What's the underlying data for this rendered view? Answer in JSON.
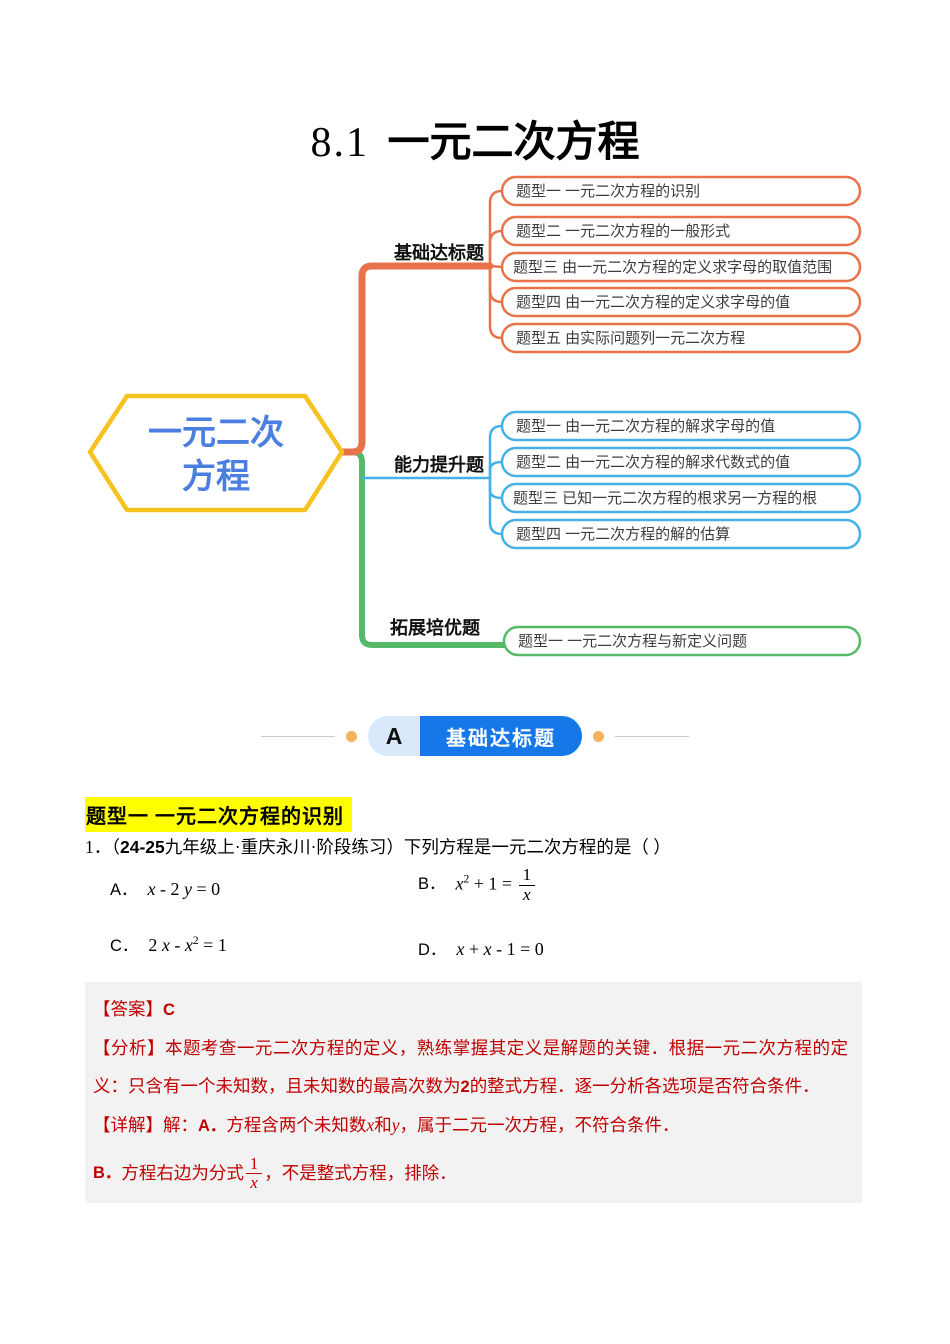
{
  "title": {
    "number": "8.1",
    "text": "一元二次方程"
  },
  "mindmap": {
    "root_line1": "一元二次",
    "root_line2": "方程",
    "branch1_label": "基础达标题",
    "branch2_label": "能力提升题",
    "branch3_label": "拓展培优题",
    "b1_items": [
      "题型一  一元二次方程的识别",
      "题型二 一元二次方程的一般形式",
      "题型三 由一元二次方程的定义求字母的取值范围",
      "题型四  由一元二次方程的定义求字母的值",
      "题型五  由实际问题列一元二次方程"
    ],
    "b2_items": [
      "题型一 由一元二次方程的解求字母的值",
      "题型二  由一元二次方程的解求代数式的值",
      "题型三 已知一元二次方程的根求另一方程的根",
      "题型四 一元二次方程的解的估算"
    ],
    "b3_items": [
      "题型一 一元二次方程与新定义问题"
    ]
  },
  "colors": {
    "branch_basic_orange": "#e8734b",
    "branch_ability_blue": "#45b1e8",
    "branch_extend_green": "#55b968",
    "root_border_yellow": "#f5c21f",
    "root_text_blue": "#4a7ee0",
    "badge_blue": "#1677e8",
    "badge_light_blue": "#d9e8fb",
    "dot_orange": "#f6b25c",
    "heading_highlight": "#ffff00",
    "answer_red": "#c00000",
    "answer_background": "#f2f2f2"
  },
  "section": {
    "letter": "A",
    "label": "基础达标题"
  },
  "topic_heading": "题型一 一元二次方程的识别",
  "question": {
    "number": "1．",
    "paren_open": "（",
    "grade": "24-25",
    "source": "九年级上·重庆永川·阶段练习）",
    "stem": "下列方程是一元二次方程的是（  ）"
  },
  "options": {
    "a_label": "A．",
    "a_f1": "x",
    "a_f2": " - 2 ",
    "a_f3": "y",
    "a_f4": " = 0",
    "b_label": "B．",
    "b_f1": "x",
    "b_sup": "2",
    "b_f2": " + 1 = ",
    "b_num": "1",
    "b_den": "x",
    "c_label": "C．",
    "c_f1": "2 ",
    "c_f2": "x",
    "c_f3": " - ",
    "c_f4": "x",
    "c_sup": "2",
    "c_f5": " = 1",
    "d_label": "D．",
    "d_f1": "x",
    "d_f2": " + ",
    "d_f3": "x",
    "d_f4": " - 1 = 0"
  },
  "answer": {
    "ans_label": "【答案】",
    "ans_value": "C",
    "analysis_label": "【分析】",
    "analysis_p1": "本题考查一元二次方程的定义，熟练掌握其定义是解题的关键．根据一元二次方程的定义：只含有一个未知数，且未知数的最高次数为",
    "analysis_num": "2",
    "analysis_p2": "的整式方程．逐一分析各选项是否符合条件．",
    "detail_label": "【详解】",
    "detail_p1": "解：",
    "detail_a": "A．",
    "detail_p2": "方程含两个未知数",
    "detail_x": "x",
    "detail_p3": "和",
    "detail_y": "y",
    "detail_p4": "，属于二元一次方程，不符合条件．",
    "b_line_label": "B．",
    "b_line_p1": "方程右边为分式",
    "b_num": "1",
    "b_den": "x",
    "b_line_p2": "，不是整式方程，排除．"
  }
}
